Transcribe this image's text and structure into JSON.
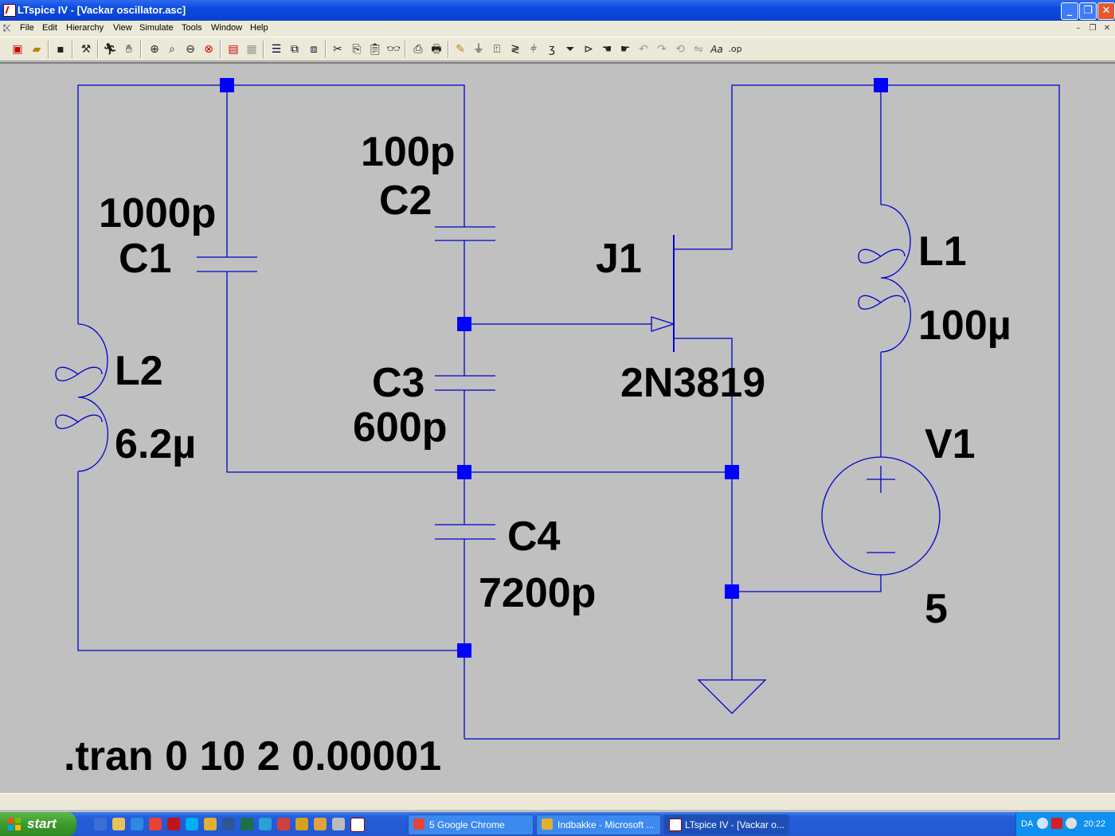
{
  "window": {
    "title": "LTspice IV - [Vackar oscillator.asc]"
  },
  "menu": {
    "items": [
      {
        "label": "File"
      },
      {
        "label": "Edit"
      },
      {
        "label": "Hierarchy"
      },
      {
        "label": "View"
      },
      {
        "label": "Simulate"
      },
      {
        "label": "Tools"
      },
      {
        "label": "Window"
      },
      {
        "label": "Help"
      }
    ]
  },
  "toolbar": {
    "text_tool_label": "Aa",
    "spice_directive_label": ".op"
  },
  "schematic": {
    "components": {
      "C1": {
        "name": "C1",
        "value": "1000p"
      },
      "C2": {
        "name": "C2",
        "value": "100p"
      },
      "C3": {
        "name": "C3",
        "value": "600p"
      },
      "C4": {
        "name": "C4",
        "value": "7200p"
      },
      "L1": {
        "name": "L1",
        "value": "100µ"
      },
      "L2": {
        "name": "L2",
        "value": "6.2µ"
      },
      "J1": {
        "name": "J1",
        "value": "2N3819"
      },
      "V1": {
        "name": "V1",
        "value": "5"
      }
    },
    "directive": ".tran 0 10 2 0.00001",
    "wire_color": "#0000cc",
    "junction_color": "#0000ff"
  },
  "taskbar": {
    "start_label": "start",
    "tasks": [
      {
        "label": "5 Google Chrome"
      },
      {
        "label": "Indbakke - Microsoft ..."
      },
      {
        "label": "LTspice IV - [Vackar o..."
      }
    ],
    "language": "DA",
    "clock": "20:22"
  }
}
